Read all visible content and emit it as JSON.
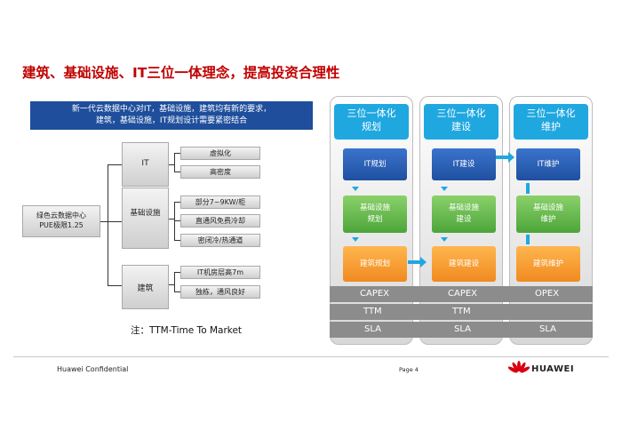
{
  "title": "建筑、基础设施、IT三位一体理念，提高投资合理性",
  "banner": {
    "line1": "新一代云数据中心对IT，基础设施，建筑均有新的要求，",
    "line2": "建筑，基础设施，IT规划设计需要紧密结合"
  },
  "tree": {
    "root": {
      "line1": "绿色云数据中心",
      "line2": "PUE极限1.25"
    },
    "branches": [
      {
        "label": "IT",
        "leaves": [
          "虚拟化",
          "高密度"
        ]
      },
      {
        "label": "基础设施",
        "leaves": [
          "部分7~9KW/柜",
          "直通风免费冷却",
          "密闭冷/热通道"
        ]
      },
      {
        "label": "建筑",
        "leaves": [
          "IT机房层高7m",
          "独栋，通风良好"
        ]
      }
    ]
  },
  "note": "注：TTM-Time To Market",
  "columns": [
    {
      "header_line1": "三位一体化",
      "header_line2": "规划",
      "it": "IT规划",
      "infra_line1": "基础设施",
      "infra_line2": "规划",
      "building": "建筑规划",
      "capex": "CAPEX",
      "ttm": "TTM",
      "sla": "SLA"
    },
    {
      "header_line1": "三位一体化",
      "header_line2": "建设",
      "it": "IT建设",
      "infra_line1": "基础设施",
      "infra_line2": "建设",
      "building": "建筑建设",
      "capex": "CAPEX",
      "ttm": "TTM",
      "sla": "SLA"
    },
    {
      "header_line1": "三位一体化",
      "header_line2": "维护",
      "it": "IT维护",
      "infra_line1": "基础设施",
      "infra_line2": "维护",
      "building": "建筑维护",
      "capex": "OPEX",
      "ttm": "",
      "sla": "SLA"
    }
  ],
  "footer": {
    "confidential": "Huawei Confidential",
    "page": "Page 4",
    "brand": "HUAWEI"
  },
  "colors": {
    "title_red": "#c00000",
    "banner_blue": "#1f4e9c",
    "header_cyan": "#1fa7e0",
    "it_blue": "#2a5fb5",
    "infra_green": "#5cb84a",
    "building_orange": "#f59a2b",
    "strip_gray": "#8c8c8c"
  }
}
